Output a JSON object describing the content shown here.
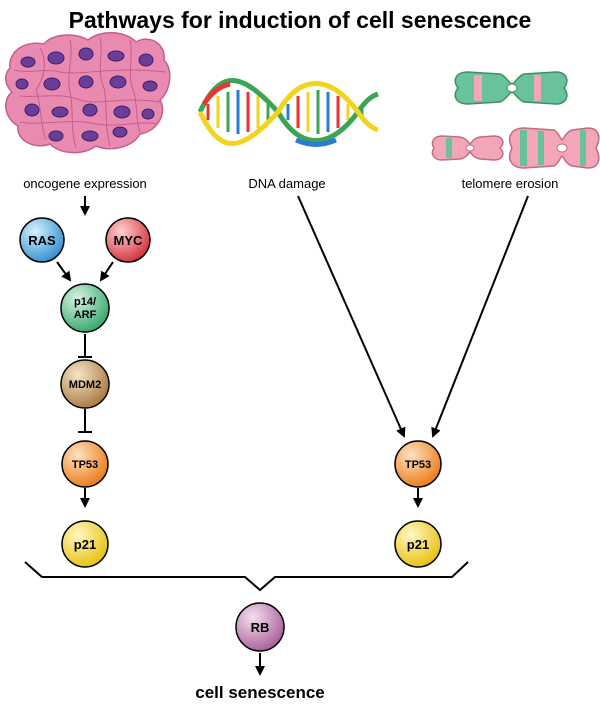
{
  "title": "Pathways for induction of cell senescence",
  "sources": {
    "oncogene": "oncogene expression",
    "dna": "DNA damage",
    "telomere": "telomere erosion"
  },
  "nodes": {
    "ras": "RAS",
    "myc": "MYC",
    "p14_line1": "p14/",
    "p14_line2": "ARF",
    "mdm2": "MDM2",
    "tp53_left": "TP53",
    "p21_left": "p21",
    "tp53_right": "TP53",
    "p21_right": "p21",
    "rb": "RB"
  },
  "outcome": "cell senescence",
  "colors": {
    "ras": "#4aa7dd",
    "myc": "#e0484f",
    "p14": "#4fb57e",
    "mdm2": "#b98d58",
    "tp53": "#f08a2c",
    "p21": "#f2d41c",
    "rb": "#c07bb1",
    "cells": "#e98bb0",
    "nucleus": "#6a3e98"
  }
}
